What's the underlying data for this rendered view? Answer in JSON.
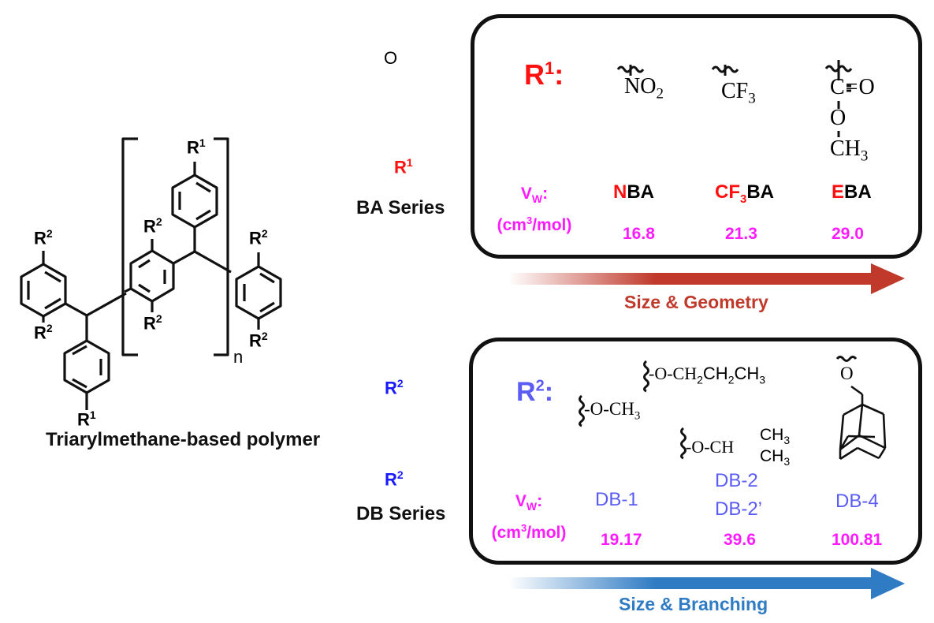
{
  "polymer": {
    "caption": "Triarylmethane-based polymer",
    "labels": {
      "r1": "R",
      "r2": "R",
      "sup1": "1",
      "sup2": "2",
      "n": "n"
    }
  },
  "ba_series": {
    "caption": "BA Series",
    "monomer_label": "R",
    "monomer_sup": "1",
    "oxygen": "O",
    "r_label": "R",
    "r_sup": "1",
    "r_colon": ":",
    "substituents": [
      {
        "formula": "NO",
        "sub": "2"
      },
      {
        "formula": "CF",
        "sub": "3"
      },
      {
        "line1": "C=O",
        "line2": "O",
        "line3": "CH",
        "sub": "3"
      }
    ],
    "vw_label": "V",
    "vw_sub": "W",
    "vw_colon": ":",
    "vw_unit_a": "(cm",
    "vw_unit_sup": "3",
    "vw_unit_b": "/mol)",
    "names": [
      {
        "prefix": "N",
        "prefix_sub": "",
        "rest": "BA"
      },
      {
        "prefix": "CF",
        "prefix_sub": "3",
        "rest": "BA"
      },
      {
        "prefix": "E",
        "prefix_sub": "",
        "rest": "BA"
      }
    ],
    "values": [
      "16.8",
      "21.3",
      "29.0"
    ],
    "arrow_label": "Size & Geometry",
    "arrow_color": "#c0392b"
  },
  "db_series": {
    "caption": "DB Series",
    "monomer_label": "R",
    "monomer_sup": "2",
    "r_label": "R",
    "r_sup": "2",
    "r_colon": ":",
    "substituents": {
      "methoxy": {
        "text": "-O-CH",
        "sub": "3"
      },
      "propoxy": {
        "a": "-O-CH",
        "s1": "2",
        "b": "CH",
        "s2": "2",
        "c": "CH",
        "s3": "3"
      },
      "isopropoxy": {
        "a": "-O-CH",
        "b": "CH",
        "s1": "3",
        "c": "CH",
        "s2": "3"
      },
      "adamantyl": {
        "o": "O"
      }
    },
    "vw_label": "V",
    "vw_sub": "W",
    "vw_colon": ":",
    "vw_unit_a": "(cm",
    "vw_unit_sup": "3",
    "vw_unit_b": "/mol)",
    "names": [
      "DB-1",
      "DB-2",
      "DB-2’",
      "DB-4"
    ],
    "values": [
      "19.17",
      "39.6",
      "100.81"
    ],
    "arrow_label": "Size & Branching",
    "arrow_color": "#2f7bc4"
  },
  "colors": {
    "r1": "#ff1010",
    "r2_monomer": "#1a1aff",
    "r2_box": "#5b5cf5",
    "vw": "#ff1aff"
  }
}
